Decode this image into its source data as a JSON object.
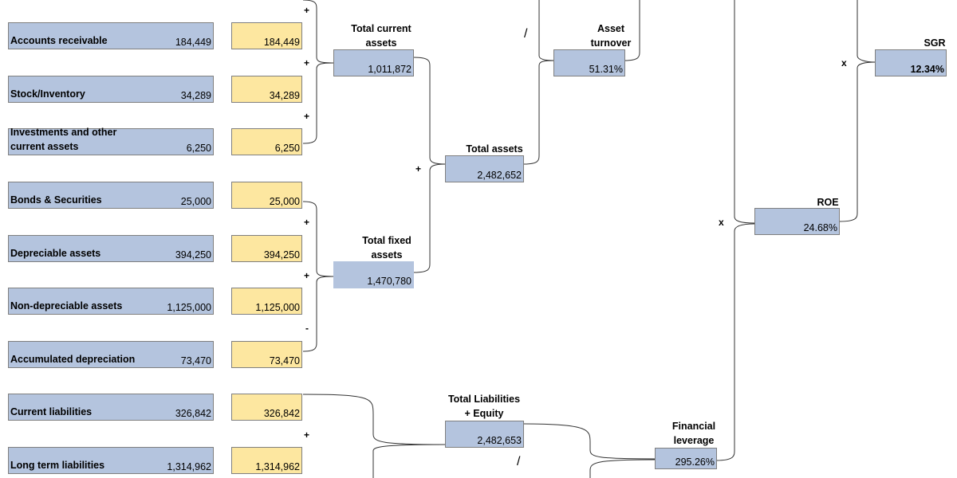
{
  "assets": [
    {
      "label": "Accounts receivable",
      "value": "184,449",
      "copy": "184,449"
    },
    {
      "label": "Stock/Inventory",
      "value": "34,289",
      "copy": "34,289"
    },
    {
      "label": "Investments and other\ncurrent assets",
      "value": "6,250",
      "copy": "6,250"
    },
    {
      "label": "Bonds & Securities",
      "value": "25,000",
      "copy": "25,000"
    },
    {
      "label": "Depreciable assets",
      "value": "394,250",
      "copy": "394,250"
    },
    {
      "label": "Non-depreciable assets",
      "value": "1,125,000",
      "copy": "1,125,000"
    },
    {
      "label": "Accumulated depreciation",
      "value": "73,470",
      "copy": "73,470"
    },
    {
      "label": "Current liabilities",
      "value": "326,842",
      "copy": "326,842"
    },
    {
      "label": "Long term liabilities",
      "value": "1,314,962",
      "copy": "1,314,962"
    }
  ],
  "ops": {
    "plus": "+",
    "minus": "-",
    "divide": "/",
    "times": "x"
  },
  "totals": {
    "total_current_assets": {
      "label": "Total current\nassets",
      "value": "1,011,872"
    },
    "total_fixed_assets": {
      "label": "Total fixed\nassets",
      "value": "1,470,780"
    },
    "total_assets": {
      "label": "Total assets",
      "value": "2,482,652"
    },
    "total_liabilities_equity": {
      "label": "Total Liabilities\n+ Equity",
      "value": "2,482,653"
    },
    "asset_turnover": {
      "label": "Asset\nturnover",
      "value": "51.31%"
    },
    "financial_leverage": {
      "label": "Financial\nleverage",
      "value": "295.26%"
    },
    "roe": {
      "label": "ROE",
      "value": "24.68%"
    },
    "sgr": {
      "label": "SGR",
      "value": "12.34%"
    }
  }
}
